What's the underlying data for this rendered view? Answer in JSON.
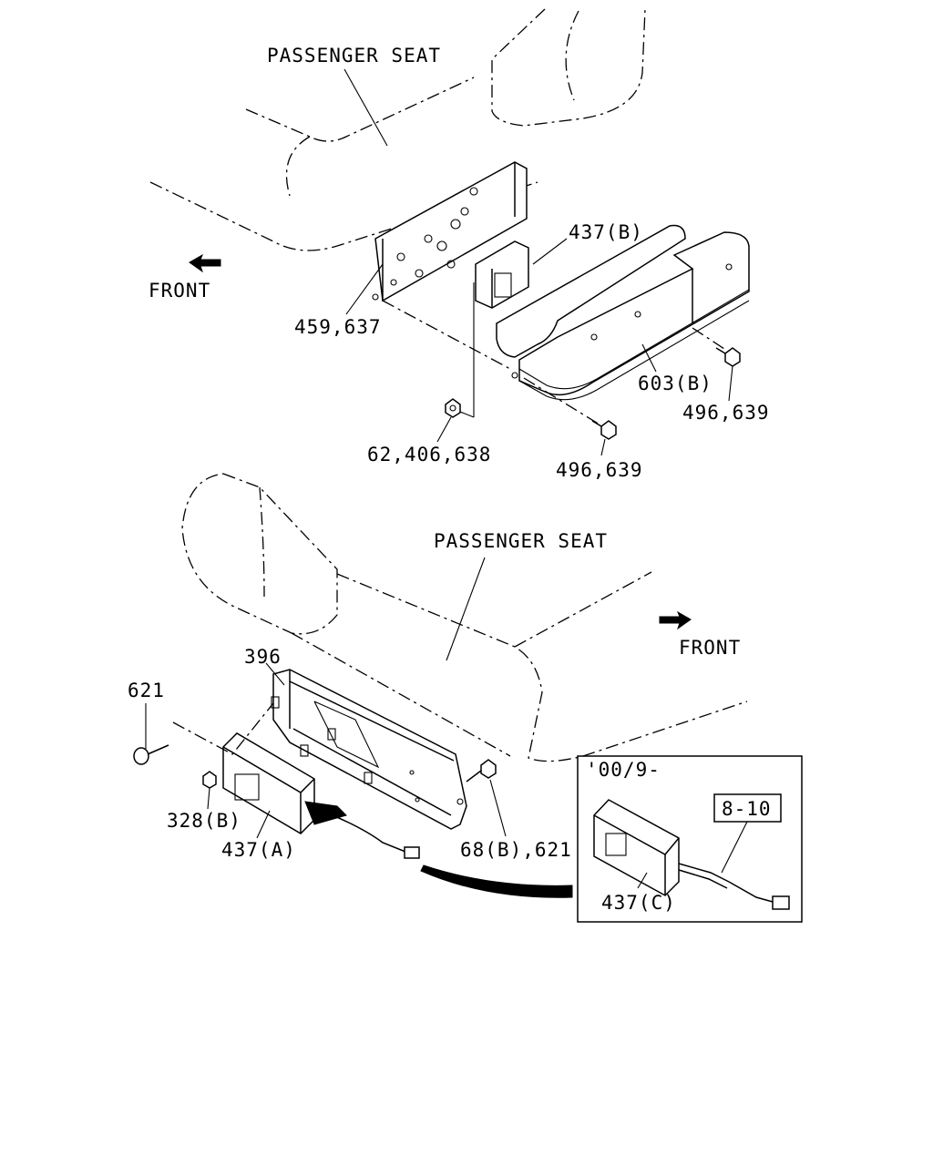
{
  "diagram": {
    "top_view": {
      "seat_label": "PASSENGER SEAT",
      "front_label": "FRONT",
      "part_labels": {
        "bracket": "459,637",
        "sensor_b": "437(B)",
        "cover_b": "603(B)",
        "bolt_right": "496,639",
        "bolt_lower": "496,639",
        "nut": "62,406,638"
      }
    },
    "bottom_view": {
      "seat_label": "PASSENGER SEAT",
      "front_label": "FRONT",
      "part_labels": {
        "bracket": "396",
        "screw": "621",
        "nut": "328(B)",
        "sensor_a": "437(A)",
        "bolt": "68(B),621"
      },
      "inset": {
        "date_label": "'00/9-",
        "ref_label": "8-10",
        "sensor_c": "437(C)"
      }
    }
  }
}
